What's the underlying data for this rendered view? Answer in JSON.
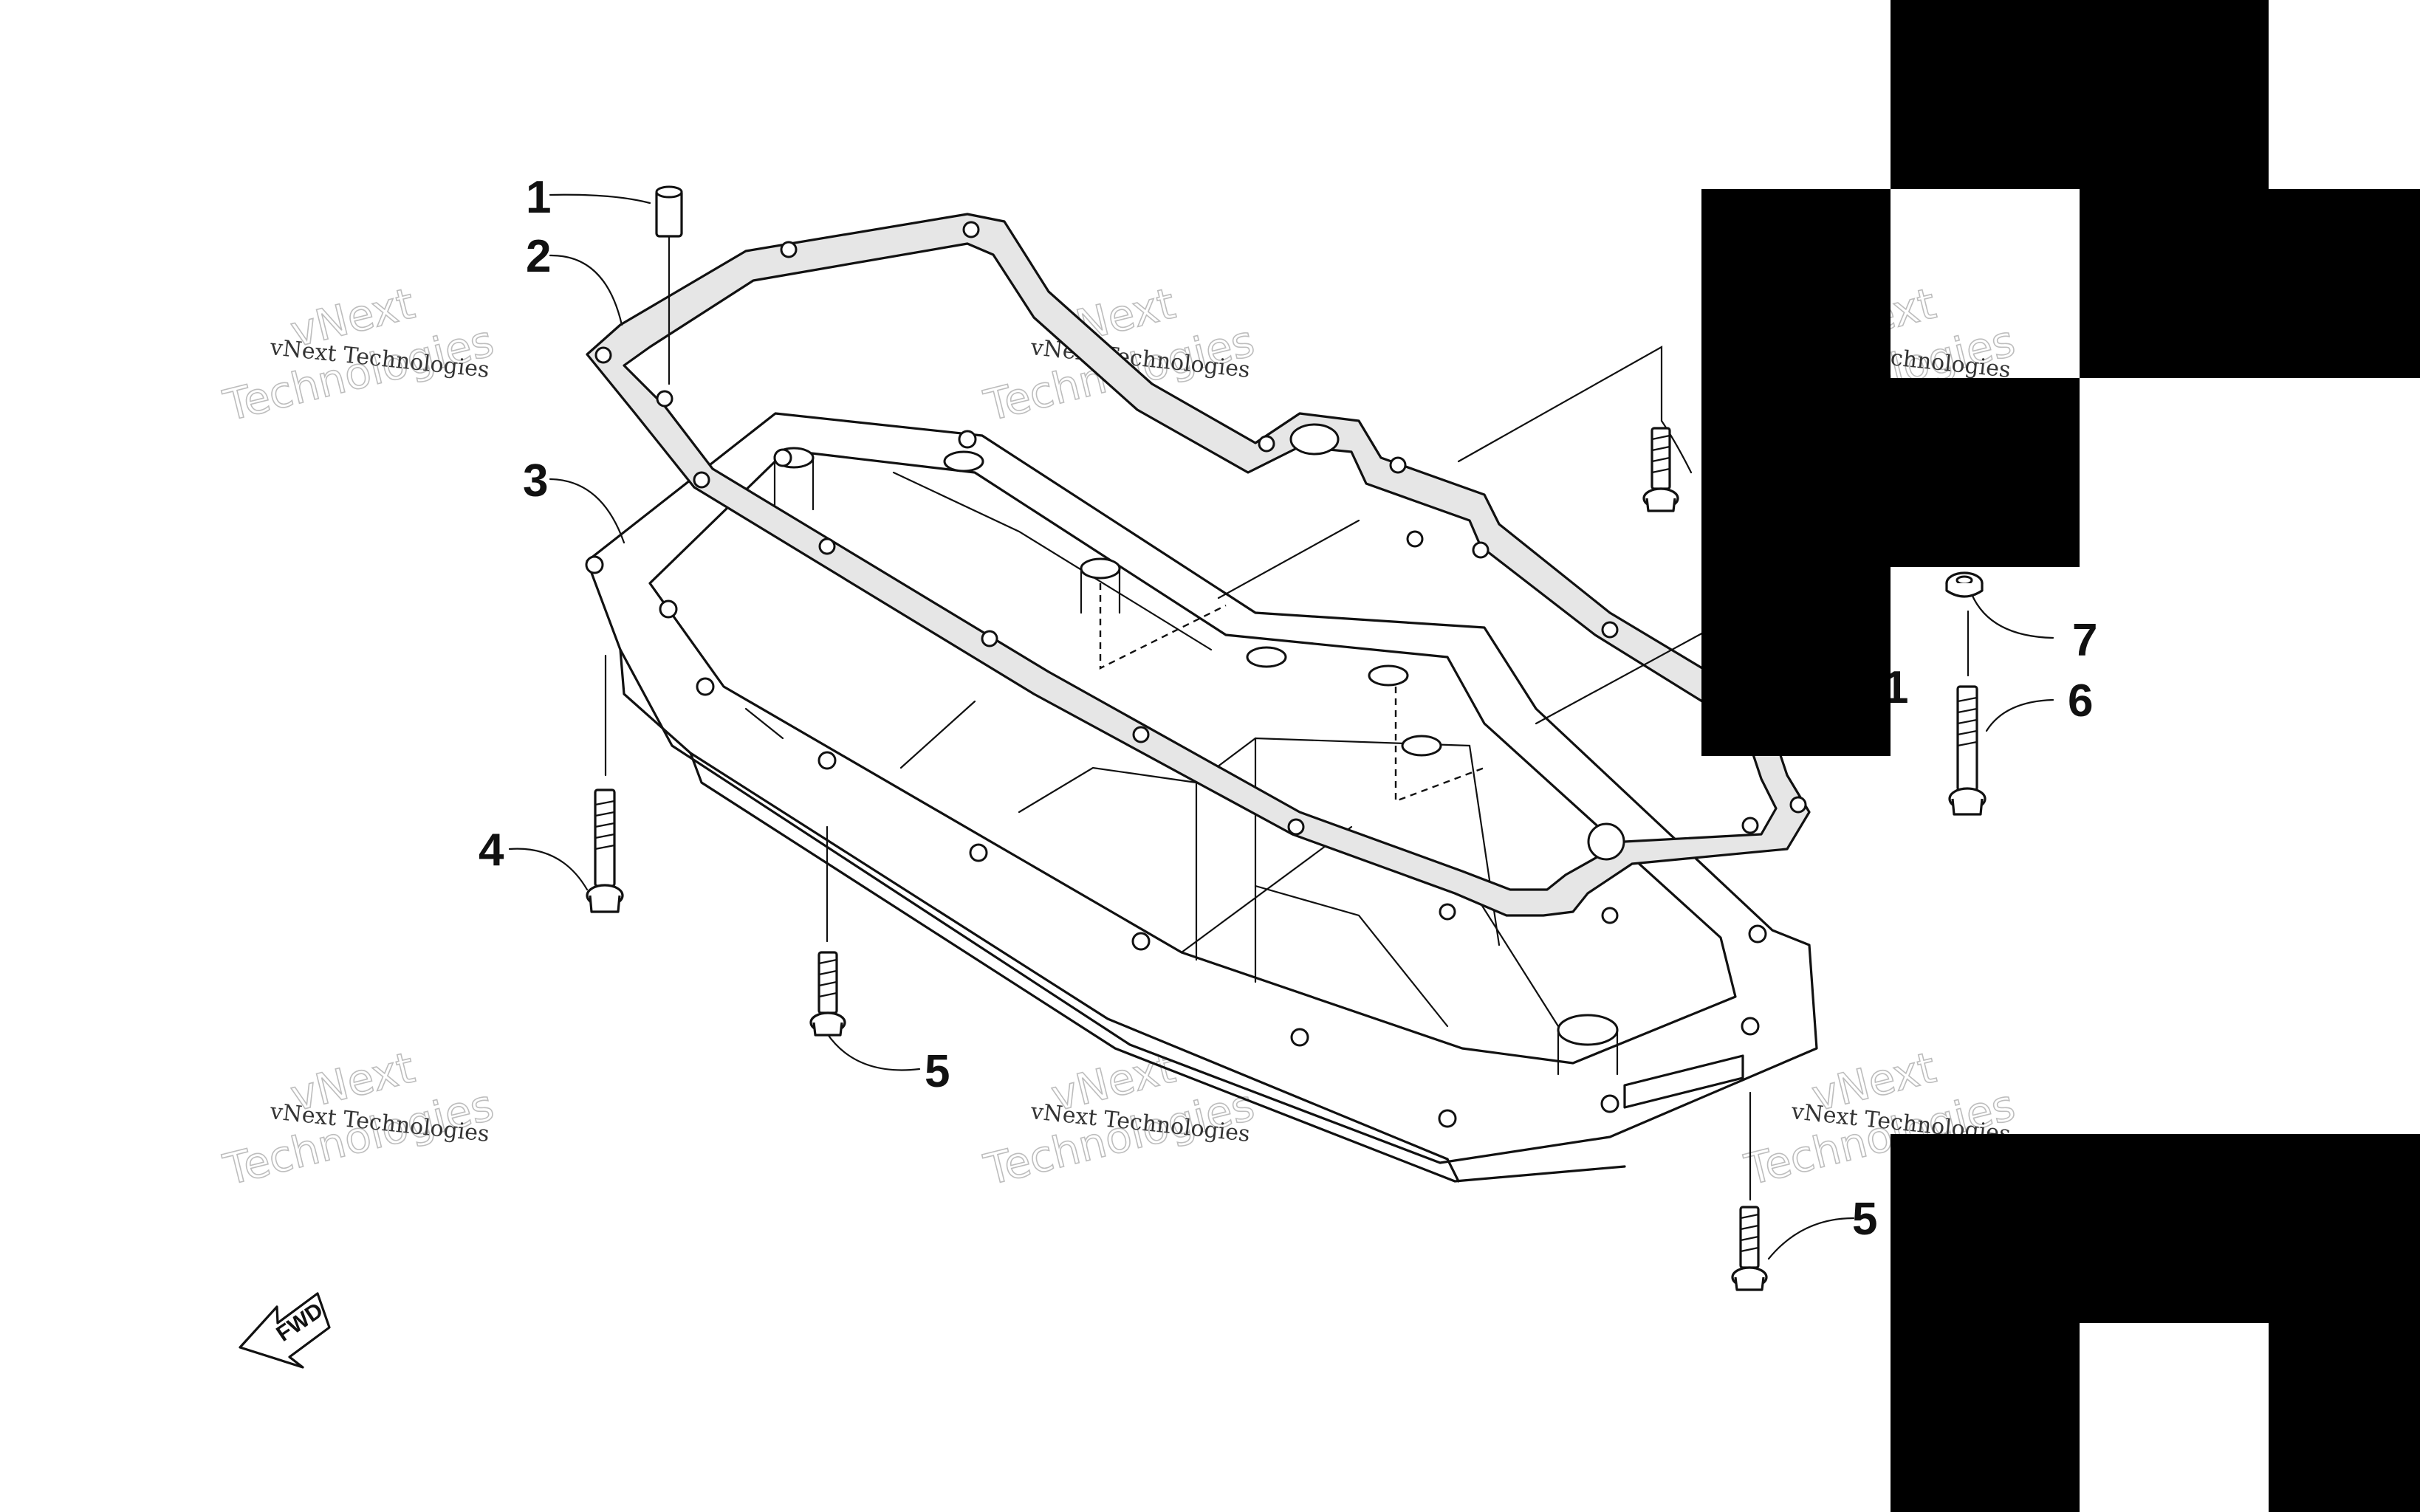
{
  "callouts": {
    "c1_top": "1",
    "c2": "2",
    "c3": "3",
    "c4": "4",
    "c5_left": "5",
    "c5_right": "5",
    "c6": "6",
    "c7": "7",
    "c1_right": "1"
  },
  "watermark": {
    "small": "vNext Technologies",
    "big_top": "vNext",
    "big_bottom": "Technologies"
  },
  "fwd_label": "FWD",
  "icons": [
    "forward-arrow-icon"
  ],
  "colors": {
    "line": "#111111",
    "gasket_fill": "#e6e6e6",
    "mask": "#000000",
    "watermark": "#bdbdbd"
  }
}
